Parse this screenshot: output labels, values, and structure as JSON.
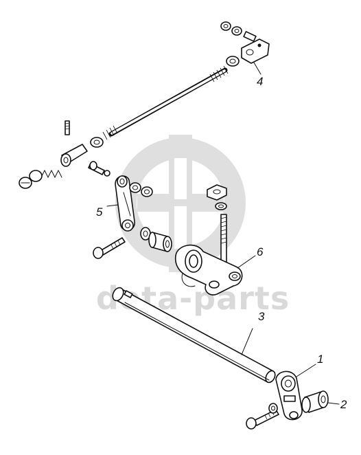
{
  "watermark": {
    "text": "deta-parts",
    "color": "#d9d9d9"
  },
  "callouts": [
    {
      "id": "1",
      "label": "1"
    },
    {
      "id": "2",
      "label": "2"
    },
    {
      "id": "3",
      "label": "3"
    },
    {
      "id": "4",
      "label": "4"
    },
    {
      "id": "5",
      "label": "5"
    },
    {
      "id": "6",
      "label": "6"
    }
  ],
  "colors": {
    "ink": "#111111",
    "background": "#ffffff",
    "watermark": "#d9d9d9"
  }
}
